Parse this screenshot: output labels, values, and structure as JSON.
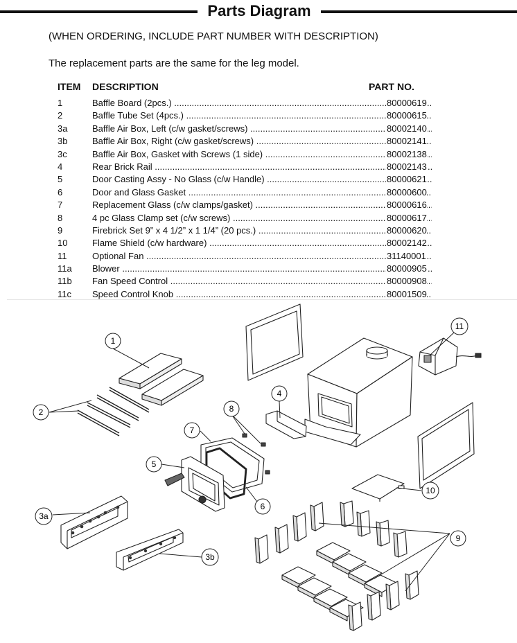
{
  "title": "Parts Diagram",
  "ordering_note": "(WHEN ORDERING, INCLUDE PART NUMBER WITH DESCRIPTION)",
  "leg_model_note": "The replacement parts are the same for the leg model.",
  "table_headers": {
    "item": "ITEM",
    "description": "DESCRIPTION",
    "part_no": "PART NO."
  },
  "parts": [
    {
      "item": "1",
      "description": "Baffle Board (2pcs.)",
      "part_no": "80000619"
    },
    {
      "item": "2",
      "description": "Baffle Tube Set (4pcs.)",
      "part_no": "80000615"
    },
    {
      "item": "3a",
      "description": "Baffle Air Box, Left (c/w gasket/screws)",
      "part_no": "80002140"
    },
    {
      "item": "3b",
      "description": "Baffle Air Box, Right (c/w gasket/screws)",
      "part_no": "80002141"
    },
    {
      "item": "3c",
      "description": "Baffle Air Box, Gasket with Screws (1 side)",
      "part_no": "80002138"
    },
    {
      "item": "4",
      "description": "Rear Brick Rail",
      "part_no": "80002143"
    },
    {
      "item": "5",
      "description": "Door Casting Assy - No Glass (c/w Handle)",
      "part_no": "80000621"
    },
    {
      "item": "6",
      "description": "Door and Glass Gasket",
      "part_no": "80000600"
    },
    {
      "item": "7",
      "description": "Replacement Glass (c/w clamps/gasket)",
      "part_no": "80000616"
    },
    {
      "item": "8",
      "description": "4 pc Glass Clamp set (c/w screws)",
      "part_no": "80000617"
    },
    {
      "item": "9",
      "description": "Firebrick Set 9” x 4 1/2” x 1 1/4” (20 pcs.)",
      "part_no": "80000620"
    },
    {
      "item": "10",
      "description": "Flame Shield (c/w hardware)",
      "part_no": "80002142"
    },
    {
      "item": "11",
      "description": "Optional Fan",
      "part_no": "31140001"
    },
    {
      "item": "11a",
      "description": "Blower",
      "part_no": "80000905"
    },
    {
      "item": "11b",
      "description": "Fan Speed Control",
      "part_no": "80000908"
    },
    {
      "item": "11c",
      "description": "Speed Control Knob",
      "part_no": "80001509"
    }
  ],
  "callouts": {
    "c1": "1",
    "c2": "2",
    "c3a": "3a",
    "c3b": "3b",
    "c4": "4",
    "c5": "5",
    "c6": "6",
    "c7": "7",
    "c8": "8",
    "c9": "9",
    "c10": "10",
    "c11": "11"
  }
}
